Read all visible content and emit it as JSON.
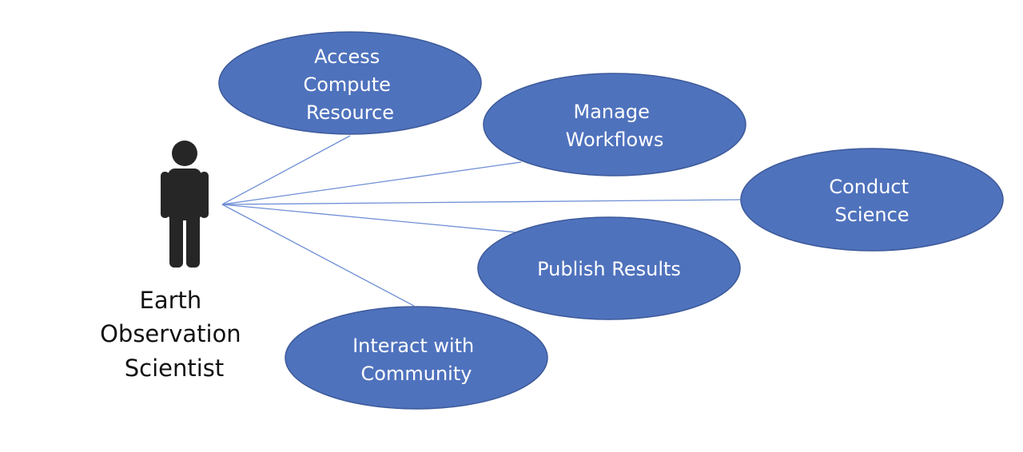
{
  "actor": {
    "label_lines": [
      "Earth",
      "Observation",
      "Scientist"
    ],
    "icon": "person-icon",
    "color": "#262626"
  },
  "use_cases": [
    {
      "id": "access-compute-resource",
      "lines": [
        "Access",
        "Compute",
        "Resource"
      ]
    },
    {
      "id": "manage-workflows",
      "lines": [
        "Manage",
        "Workflows"
      ]
    },
    {
      "id": "conduct-science",
      "lines": [
        "Conduct",
        "Science"
      ]
    },
    {
      "id": "publish-results",
      "lines": [
        "Publish Results"
      ]
    },
    {
      "id": "interact-with-community",
      "lines": [
        "Interact with",
        "Community"
      ]
    }
  ],
  "colors": {
    "ellipse_fill": "#4f72bd",
    "ellipse_stroke": "#3d5a9a",
    "connector": "#6f8fd6",
    "use_case_text": "#ffffff"
  }
}
